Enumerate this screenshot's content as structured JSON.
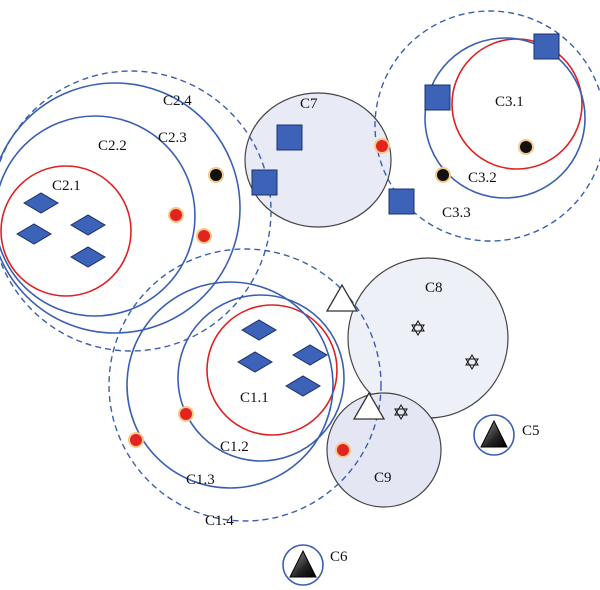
{
  "labels": {
    "c2_1": "C2.1",
    "c2_2": "C2.2",
    "c2_3": "C2.3",
    "c2_4": "C2.4",
    "c7": "C7",
    "c3_1": "C3.1",
    "c3_2": "C3.2",
    "c3_3": "C3.3",
    "c8": "C8",
    "c1_1": "C1.1",
    "c1_2": "C1.2",
    "c1_3": "C1.3",
    "c1_4": "C1.4",
    "c9": "C9",
    "c5": "C5",
    "c6": "C6"
  },
  "colors": {
    "blue_circle": "#3a5fb0",
    "red_circle": "#e02020",
    "marker_blue": "#3c63b8",
    "dot_red": "#e32222",
    "dot_black": "#111111",
    "cluster_fill": "#e8ebf6"
  }
}
